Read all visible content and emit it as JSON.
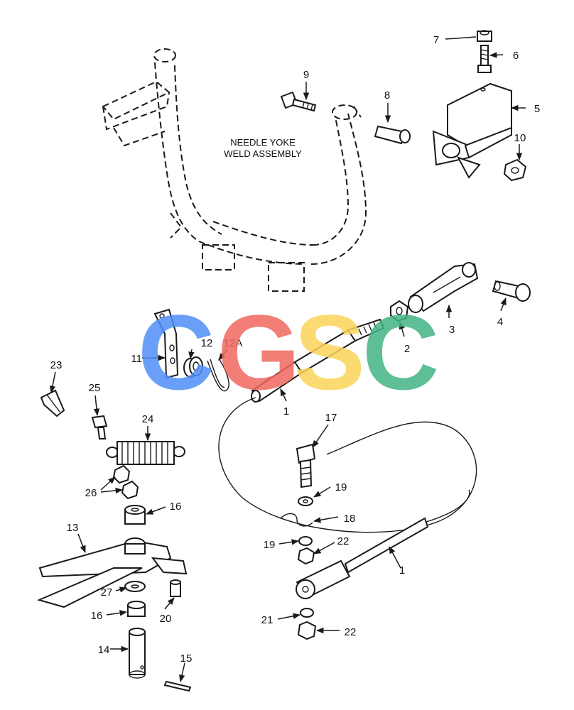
{
  "assembly_title": [
    "NEEDLE YOKE",
    "WELD ASSEMBLY"
  ],
  "watermark": {
    "letters": [
      {
        "char": "C",
        "color": "#4f8ff7"
      },
      {
        "char": "G",
        "color": "#f0685f"
      },
      {
        "char": "S",
        "color": "#fbd45a"
      },
      {
        "char": "C",
        "color": "#43b383"
      }
    ]
  },
  "callouts": [
    "1",
    "1",
    "2",
    "3",
    "4",
    "5",
    "6",
    "7",
    "8",
    "9",
    "10",
    "11",
    "12",
    "12A",
    "13",
    "14",
    "15",
    "16",
    "16",
    "17",
    "18",
    "19",
    "19",
    "20",
    "21",
    "22",
    "22",
    "23",
    "24",
    "25",
    "26",
    "27"
  ]
}
